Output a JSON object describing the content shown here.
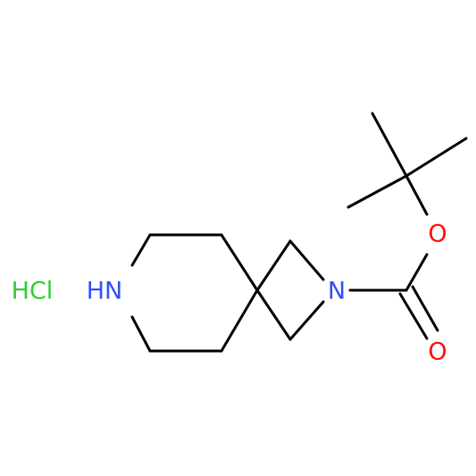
{
  "molecule": {
    "atoms": {
      "salt": {
        "text": "HCl",
        "color": "#32cd32"
      },
      "piperidine_n": {
        "text": "HN",
        "color": "#3050f8"
      },
      "azetidine_n": {
        "text": "N",
        "color": "#3050f8"
      },
      "ester_o": {
        "text": "O",
        "color": "#ff0d0d"
      },
      "carbonyl_o": {
        "text": "O",
        "color": "#ff0d0d"
      }
    }
  }
}
